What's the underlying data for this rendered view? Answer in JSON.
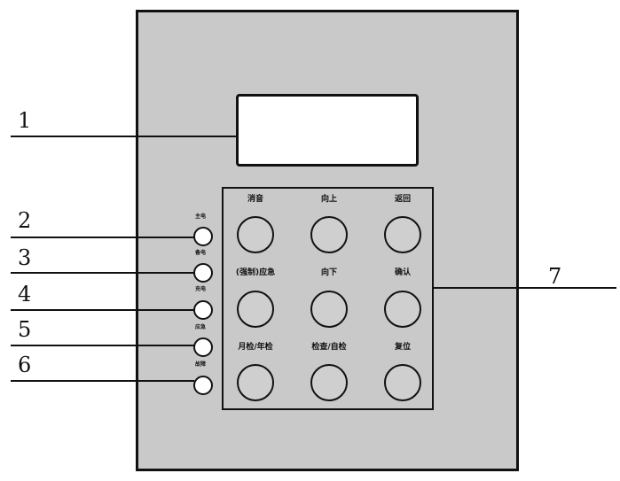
{
  "callouts": [
    "1",
    "2",
    "3",
    "4",
    "5",
    "6",
    "7"
  ],
  "keypad": {
    "buttons": [
      {
        "label": "消音"
      },
      {
        "label": "向上"
      },
      {
        "label": "返回"
      },
      {
        "label": "(强制)应急"
      },
      {
        "label": "向下"
      },
      {
        "label": "确认"
      },
      {
        "label": "月检/年检"
      },
      {
        "label": "检查/自检"
      },
      {
        "label": "复位"
      }
    ]
  },
  "indicators": [
    {
      "label": "主电"
    },
    {
      "label": "备电"
    },
    {
      "label": "充电"
    },
    {
      "label": "应急"
    },
    {
      "label": "故障"
    }
  ]
}
